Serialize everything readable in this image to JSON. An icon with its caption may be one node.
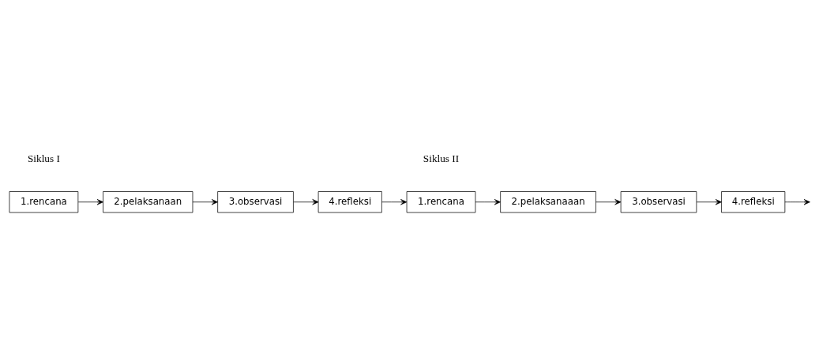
{
  "diagram": {
    "nodes": [
      {
        "text": [
          "1.rencana"
        ]
      },
      {
        "text": [
          "2.pelaksanaan"
        ]
      },
      {
        "text": [
          "3.observasi"
        ]
      },
      {
        "text": [
          "4.refleksi"
        ]
      },
      {
        "text": [
          "1.rencana"
        ]
      },
      {
        "text": [
          "2.pelaksanaaan"
        ]
      },
      {
        "text": [
          "3.observasi"
        ]
      },
      {
        "text": [
          "4.refleksi"
        ]
      }
    ],
    "edges": [
      {
        "from": 0,
        "to": 1,
        "arrow": "to"
      },
      {
        "from": 1,
        "to": 2,
        "arrow": "to"
      },
      {
        "from": 2,
        "to": 3,
        "arrow": "to"
      },
      {
        "from": 3,
        "to": 4,
        "arrow": "to"
      },
      {
        "from": 4,
        "to": 5,
        "arrow": "to"
      },
      {
        "from": 5,
        "to": 6,
        "arrow": "to"
      },
      {
        "from": 6,
        "to": 7,
        "arrow": "to"
      },
      {
        "from": 7,
        "to": null,
        "arrow": "to"
      }
    ],
    "labels": [
      "Siklus I",
      "Siklus II"
    ]
  }
}
